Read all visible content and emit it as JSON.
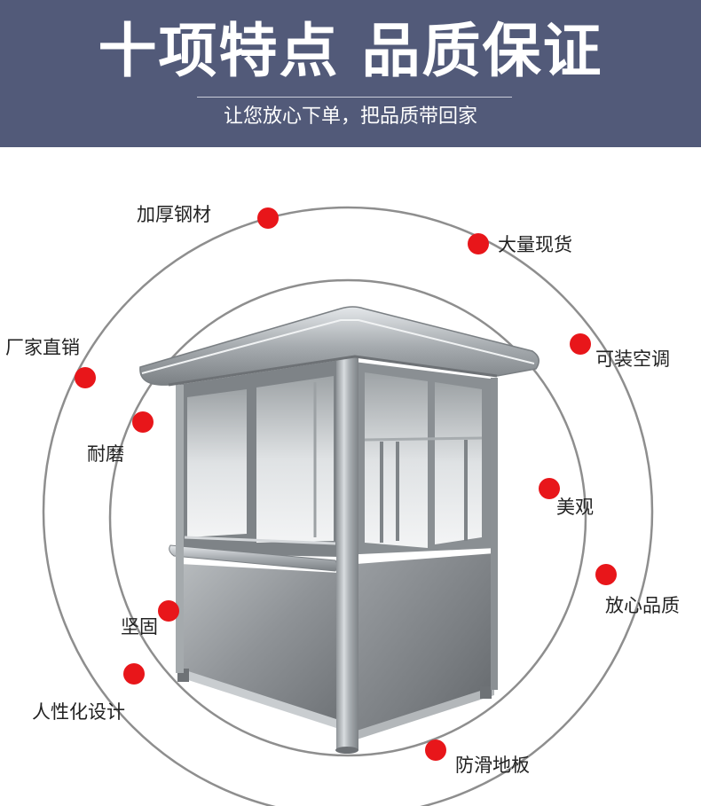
{
  "banner": {
    "title": "十项特点 品质保证",
    "subtitle": "让您放心下单，把品质带回家"
  },
  "colors": {
    "banner_bg": "#525a79",
    "dot": "#e8161a",
    "ring": "#8e8e8e"
  },
  "features": [
    {
      "label": "加厚钢材"
    },
    {
      "label": "大量现货"
    },
    {
      "label": "厂家直销"
    },
    {
      "label": "可装空调"
    },
    {
      "label": "耐磨"
    },
    {
      "label": "美观"
    },
    {
      "label": "放心品质"
    },
    {
      "label": "坚固"
    },
    {
      "label": "人性化设计"
    },
    {
      "label": "防滑地板"
    }
  ]
}
